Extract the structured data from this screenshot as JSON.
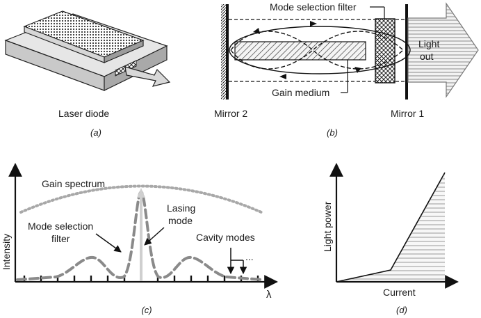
{
  "panel_a": {
    "caption": "(a)",
    "label": "Laser diode"
  },
  "panel_b": {
    "caption": "(b)",
    "label_filter": "Mode selection filter",
    "label_light_1": "Light",
    "label_light_2": "out",
    "label_gain": "Gain medium",
    "label_mirror2": "Mirror 2",
    "label_mirror1": "Mirror 1"
  },
  "panel_c": {
    "caption": "(c)",
    "label_gain_spectrum": "Gain spectrum",
    "label_lasing_1": "Lasing",
    "label_lasing_2": "mode",
    "label_filter_1": "Mode selection",
    "label_filter_2": "filter",
    "label_cavity": "Cavity modes",
    "label_ellipsis": "...",
    "ylabel": "Intensity",
    "xlabel": "λ"
  },
  "panel_d": {
    "caption": "(d)",
    "ylabel": "Light power",
    "xlabel": "Current"
  }
}
